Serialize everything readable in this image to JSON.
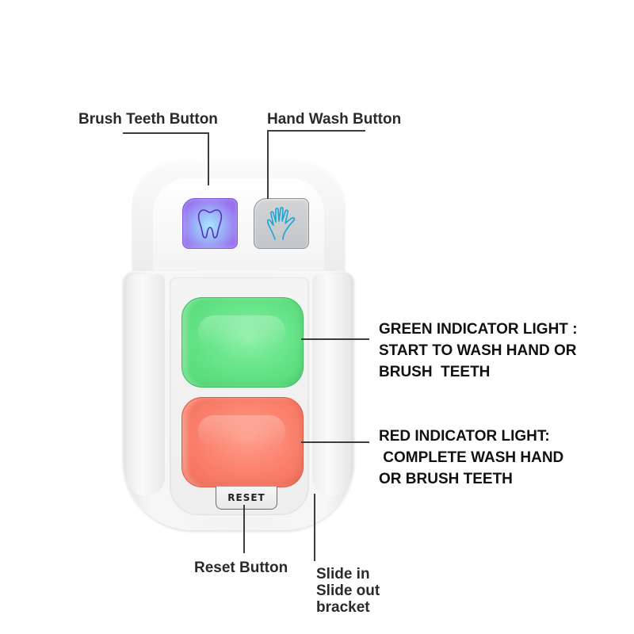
{
  "callouts": {
    "brush_teeth_button": "Brush Teeth Button",
    "hand_wash_button": "Hand Wash Button",
    "green_light": "GREEN INDICATOR LIGHT :\nSTART TO WASH HAND OR\nBRUSH  TEETH",
    "red_light": "RED INDICATOR LIGHT:\n COMPLETE WASH HAND\nOR BRUSH TEETH",
    "reset_button": "Reset Button",
    "bracket": "Slide in\nSlide out\nbracket"
  },
  "device": {
    "reset_label": "RESET",
    "icons": {
      "brush_button_icon": "tooth-icon",
      "hand_button_icon": "hand-icon"
    },
    "colors": {
      "brush_button": "#9a72f0",
      "hand_button": "#c8cbce",
      "hand_icon_stroke": "#1aa6d6",
      "green_light": "#6be68c",
      "red_light": "#fb8470",
      "body": "#f2f2f2",
      "leader_line": "#3d3d3d"
    }
  }
}
